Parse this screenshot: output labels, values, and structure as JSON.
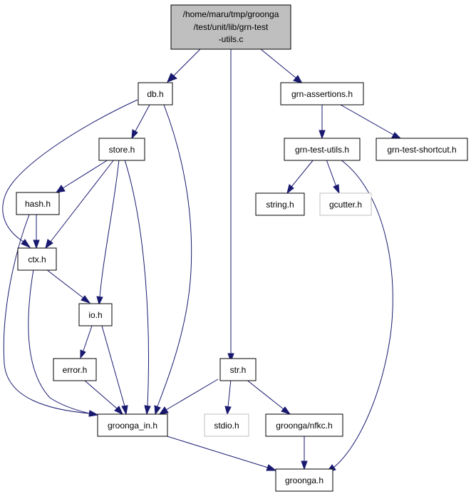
{
  "colors": {
    "edge": "#191970",
    "root_fill": "#bfbfbf",
    "node_fill": "#ffffff",
    "node_border": "#000000",
    "external_border": "#bfbfbf"
  },
  "nodes": {
    "root": [
      "/home/maru/tmp/groonga",
      "/test/unit/lib/grn-test",
      "-utils.c"
    ],
    "db": "db.h",
    "grn_assertions": "grn-assertions.h",
    "store": "store.h",
    "grn_test_utils": "grn-test-utils.h",
    "grn_test_shortcut": "grn-test-shortcut.h",
    "hash": "hash.h",
    "string": "string.h",
    "gcutter": "gcutter.h",
    "ctx": "ctx.h",
    "io": "io.h",
    "error": "error.h",
    "str": "str.h",
    "groonga_in": "groonga_in.h",
    "stdio": "stdio.h",
    "nfkc": "groonga/nfkc.h",
    "groonga": "groonga.h"
  },
  "edges": [
    [
      "root",
      "db"
    ],
    [
      "root",
      "str"
    ],
    [
      "root",
      "grn_assertions"
    ],
    [
      "db",
      "store"
    ],
    [
      "db",
      "ctx"
    ],
    [
      "db",
      "groonga_in"
    ],
    [
      "store",
      "hash"
    ],
    [
      "store",
      "ctx"
    ],
    [
      "store",
      "io"
    ],
    [
      "store",
      "groonga_in"
    ],
    [
      "hash",
      "ctx"
    ],
    [
      "hash",
      "groonga_in"
    ],
    [
      "ctx",
      "io"
    ],
    [
      "ctx",
      "groonga_in"
    ],
    [
      "io",
      "error"
    ],
    [
      "io",
      "groonga_in"
    ],
    [
      "error",
      "groonga_in"
    ],
    [
      "str",
      "groonga_in"
    ],
    [
      "str",
      "stdio"
    ],
    [
      "str",
      "nfkc"
    ],
    [
      "nfkc",
      "groonga"
    ],
    [
      "groonga_in",
      "groonga"
    ],
    [
      "grn_assertions",
      "grn_test_utils"
    ],
    [
      "grn_assertions",
      "grn_test_shortcut"
    ],
    [
      "grn_test_utils",
      "string"
    ],
    [
      "grn_test_utils",
      "gcutter"
    ],
    [
      "grn_test_utils",
      "groonga"
    ]
  ]
}
